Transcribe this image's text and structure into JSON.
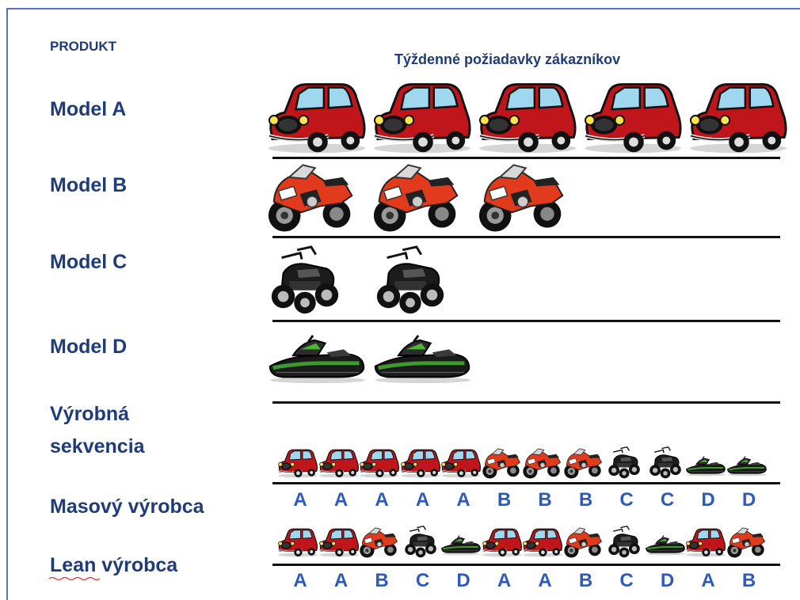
{
  "labels": {
    "produkt": "PRODUKT",
    "title": "Týždenné požiadavky zákazníkov",
    "model_a": "Model A",
    "model_b": "Model B",
    "model_c": "Model C",
    "model_d": "Model D",
    "sequence_line1": "Výrobná",
    "sequence_line2": "sekvencia",
    "mass": "Masový výrobca",
    "lean": "Lean výrobca"
  },
  "demand": {
    "model_a": {
      "icon": "car-icon",
      "count": 5
    },
    "model_b": {
      "icon": "motorbike-icon",
      "count": 3
    },
    "model_c": {
      "icon": "quad-icon",
      "count": 2
    },
    "model_d": {
      "icon": "jetski-icon",
      "count": 2
    }
  },
  "mass_sequence": [
    "A",
    "A",
    "A",
    "A",
    "A",
    "B",
    "B",
    "B",
    "C",
    "C",
    "D",
    "D"
  ],
  "lean_sequence": [
    "A",
    "A",
    "B",
    "C",
    "D",
    "A",
    "A",
    "B",
    "C",
    "D",
    "A",
    "B"
  ],
  "colors": {
    "label": "#1f3c7a",
    "letters": "#2f5bb8",
    "car": "#c0161b",
    "bike": "#e23a1c",
    "jetski_accent": "#3f9a2e"
  }
}
